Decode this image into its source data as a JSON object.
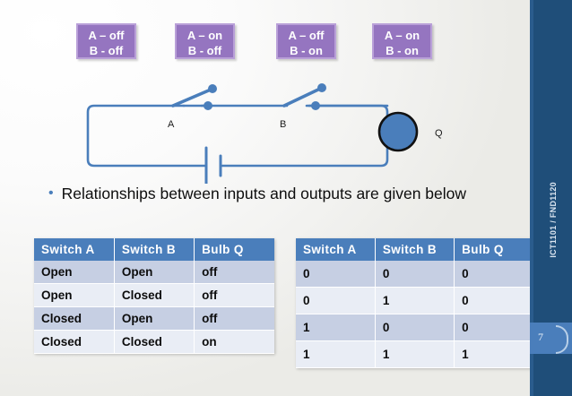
{
  "slide": {
    "course_code": "ICT1101 / FND1120",
    "page_number": "7"
  },
  "state_boxes": [
    {
      "line1": "A – off",
      "line2": "B - off"
    },
    {
      "line1": "A – on",
      "line2": "B - off"
    },
    {
      "line1": "A – off",
      "line2": "B - on"
    },
    {
      "line1": "A – on",
      "line2": "B - on"
    }
  ],
  "circuit": {
    "switch_a_label": "A",
    "switch_b_label": "B",
    "bulb_label": "Q"
  },
  "bullet": {
    "marker": "•",
    "text": "Relationships between inputs and outputs are given below"
  },
  "tables": [
    {
      "id": "switch-state-table",
      "headers": [
        "Switch  A",
        "Switch  B",
        "Bulb  Q"
      ],
      "rows": [
        [
          "Open",
          "Open",
          "off"
        ],
        [
          "Open",
          "Closed",
          "off"
        ],
        [
          "Closed",
          "Open",
          "off"
        ],
        [
          "Closed",
          "Closed",
          "on"
        ]
      ]
    },
    {
      "id": "binary-truth-table",
      "headers": [
        "Switch  A",
        "Switch  B",
        "Bulb  Q"
      ],
      "rows": [
        [
          "0",
          "0",
          "0"
        ],
        [
          "0",
          "1",
          "0"
        ],
        [
          "1",
          "0",
          "0"
        ],
        [
          "1",
          "1",
          "1"
        ]
      ]
    }
  ],
  "colors": {
    "sidebar": "#1f4e79",
    "table_header": "#4a7ebb",
    "state_box_fill": "#9575c0",
    "state_box_border": "#b9a0d8",
    "circuit_line": "#4a7ebb",
    "bulb_fill": "#4a7ebb"
  }
}
